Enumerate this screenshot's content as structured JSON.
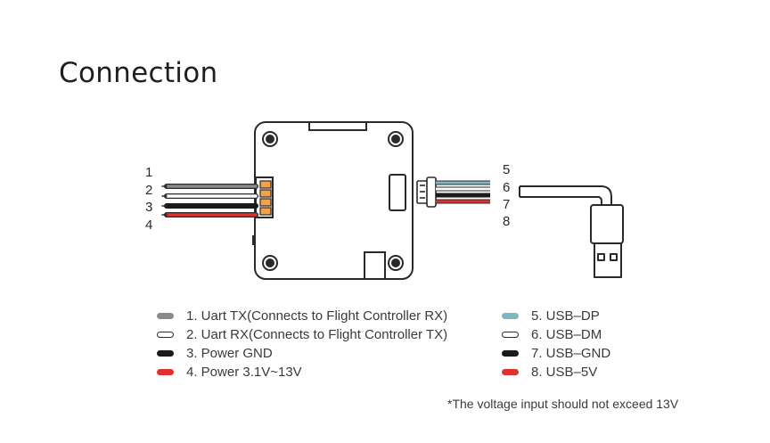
{
  "title": "Connection",
  "left_pins": [
    "1",
    "2",
    "3",
    "4"
  ],
  "right_pins": [
    "5",
    "6",
    "7",
    "8"
  ],
  "legend_left": [
    {
      "label": "1. Uart TX(Connects to Flight Controller RX)",
      "color": "#8a8a8a",
      "outline": false
    },
    {
      "label": "2. Uart RX(Connects to Flight Controller TX)",
      "color": "#ffffff",
      "outline": true
    },
    {
      "label": "3. Power GND",
      "color": "#1a1a1a",
      "outline": false
    },
    {
      "label": "4. Power 3.1V~13V",
      "color": "#e03030",
      "outline": false
    }
  ],
  "legend_right": [
    {
      "label": "5. USB–DP",
      "color": "#7db8c2",
      "outline": false
    },
    {
      "label": "6. USB–DM",
      "color": "#ffffff",
      "outline": true
    },
    {
      "label": "7. USB–GND",
      "color": "#1a1a1a",
      "outline": false
    },
    {
      "label": "8. USB–5V",
      "color": "#e03030",
      "outline": false
    }
  ],
  "footnote": "*The voltage input should not exceed 13V",
  "icons": {
    "module": "module-board-icon",
    "usb": "usb-a-plug-icon"
  }
}
